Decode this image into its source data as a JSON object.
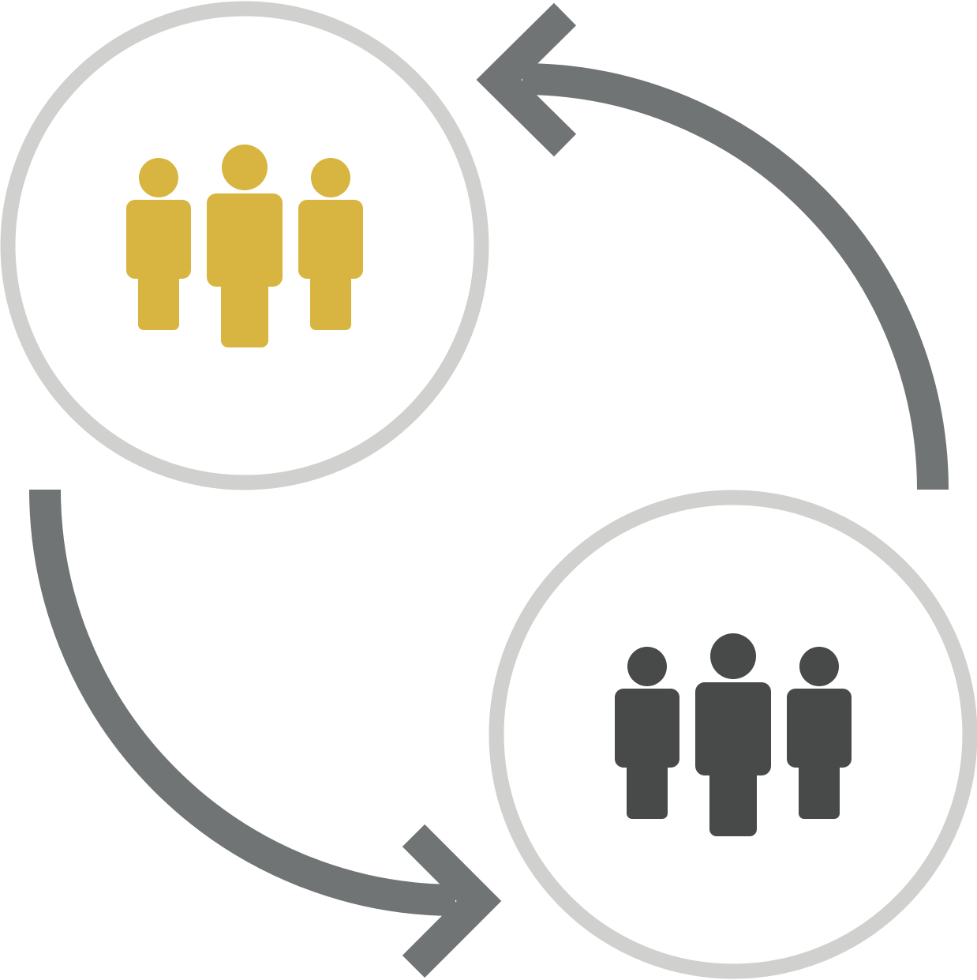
{
  "diagram": {
    "type": "exchange-cycle",
    "nodes": [
      {
        "id": "group-top-left",
        "icon": "people-group-icon",
        "color": "#D8B540"
      },
      {
        "id": "group-bottom-right",
        "icon": "people-group-icon",
        "color": "#474A49"
      }
    ],
    "arrows": [
      {
        "from": "group-top-left",
        "to": "group-bottom-right",
        "direction": "clockwise-down-right"
      },
      {
        "from": "group-bottom-right",
        "to": "group-top-left",
        "direction": "counterclockwise-up-left"
      }
    ],
    "colors": {
      "circle_outline": "#D0D0CF",
      "arrow": "#717475",
      "group_top_left": "#D8B540",
      "group_bottom_right": "#474A49",
      "background": "#FFFFFF"
    }
  }
}
